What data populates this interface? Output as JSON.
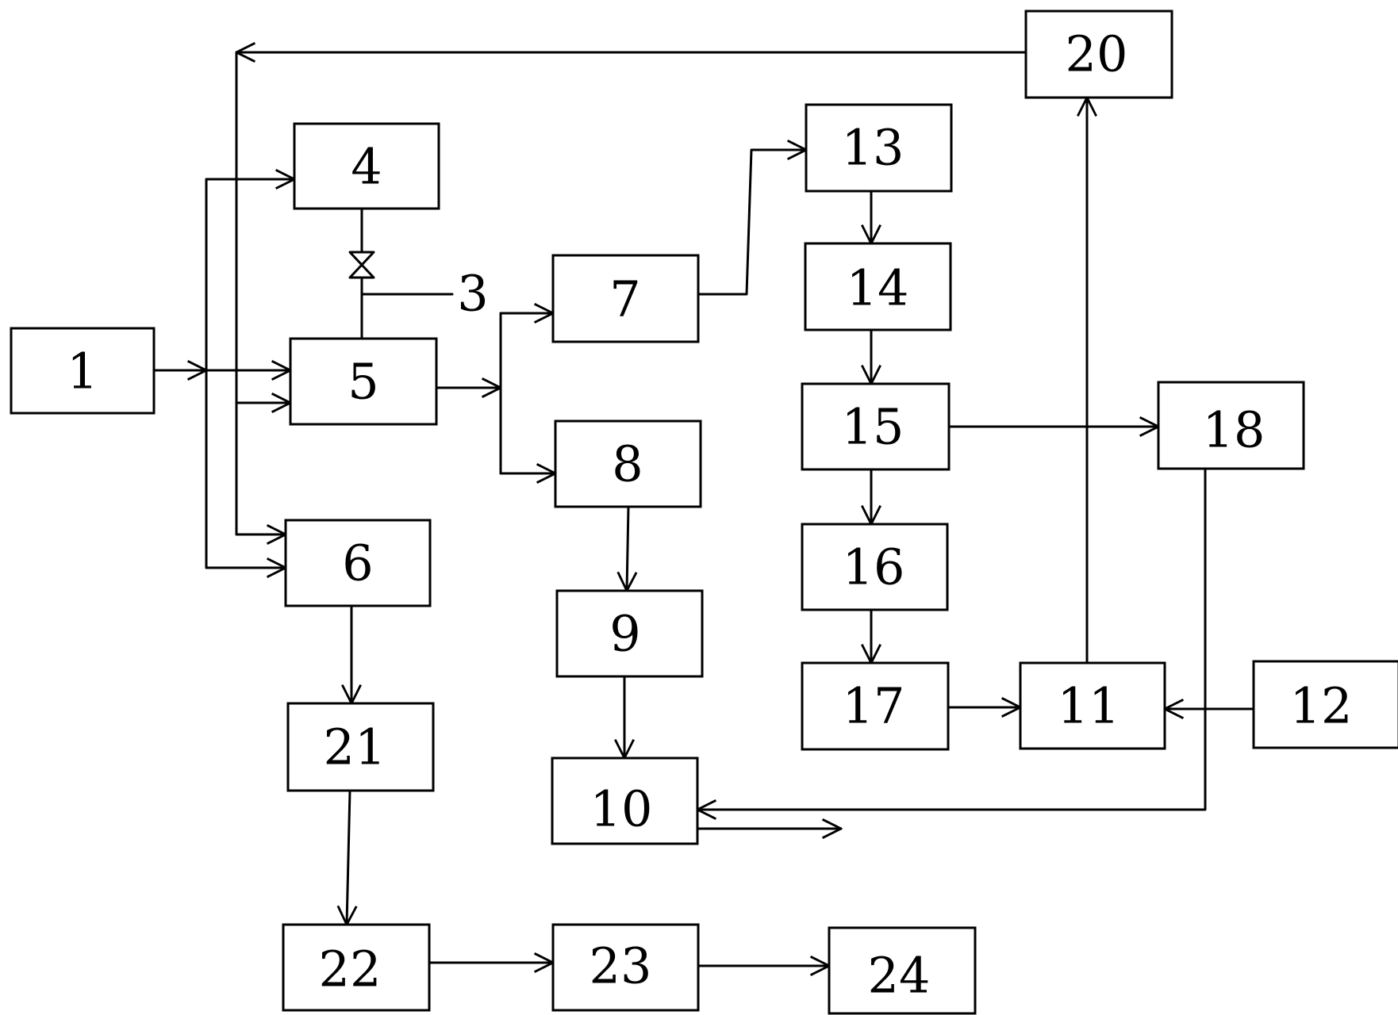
{
  "blocks": {
    "b1": "1",
    "b4": "4",
    "b5": "5",
    "b6": "6",
    "b7": "7",
    "b8": "8",
    "b9": "9",
    "b10": "10",
    "b11": "11",
    "b12": "12",
    "b13": "13",
    "b14": "14",
    "b15": "15",
    "b16": "16",
    "b17": "17",
    "b18": "18",
    "b20": "20",
    "b21": "21",
    "b22": "22",
    "b23": "23",
    "b24": "24"
  },
  "valve_callout": "3",
  "colors": {
    "line": "#000000",
    "background": "#ffffff"
  }
}
